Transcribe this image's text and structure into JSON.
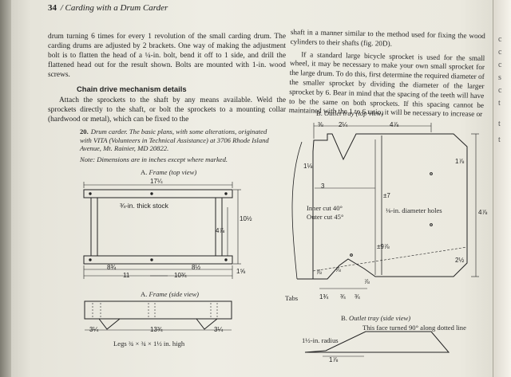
{
  "header": {
    "page_number": "34",
    "running_title": "/ Carding with a Drum Carder"
  },
  "col1": {
    "para1": "drum turning 6 times for every 1 revolution of the small carding drum. The carding drums are adjusted by 2 brackets. One way of making the adjustment bolt is to flatten the head of a ¼-in. bolt, bend it off to 1 side, and drill the flattened head out for the result shown. Bolts are mounted with 1-in. wood screws.",
    "heading": "Chain drive mechanism details",
    "para2": "Attach the sprockets to the shaft by any means available. Weld the sprockets directly to the shaft, or bolt the sprockets to a mounting collar (hardwood or metal), which can be fixed to the"
  },
  "col2": {
    "para1": "shaft in a manner similar to the method used for fixing the wood cylinders to their shafts (fig. 20D).",
    "para2": "If a standard large bicycle sprocket is used for the small wheel, it may be necessary to make your own small sprocket for the large drum. To do this, first determine the required diameter of the smaller sprocket by dividing the diameter of the larger sprocket by 6. Bear in mind that the spacing of the teeth will have to be the same on both sprockets. If this spacing cannot be maintained with the 1 to 6 ratio, it will be necessary to increase or"
  },
  "caption": {
    "number": "20.",
    "text": "Drum carder. The basic plans, with some alterations, originated with VITA (Volunteers in Technical Assistance) at 3706 Rhode Island Avenue, Mt. Rainier, MD 20822.",
    "note": "Note: Dimensions are in inches except where marked."
  },
  "frame_top": {
    "label": "A.",
    "title": "Frame (top view)",
    "dims": {
      "overall_width": "17¼",
      "stock": "¾-in. thick stock",
      "height": "10½",
      "inner_height": "4⅞",
      "left_a": "8¾",
      "left_b": "11",
      "right_a": "8½",
      "right_b": "10¾",
      "bottom_offset": "1⅝"
    }
  },
  "frame_side": {
    "label": "A.",
    "title": "Frame (side view)",
    "dims": {
      "left": "3¼",
      "middle": "13¾",
      "right": "3¼"
    },
    "legs": "Legs ¾ × ¾ × 1½ in. high"
  },
  "outlet_top": {
    "label": "B.",
    "title": "Outlet tray (top view)",
    "dims": {
      "a": "⅜",
      "b": "2¼",
      "c": "4⅞",
      "left_gap": "1⅛",
      "d": "3",
      "right_top": "1⅞",
      "right_mid": "4⅞",
      "right_bot": "2½",
      "middle": "±7",
      "lower": "±9⅞",
      "small_a": "⅞",
      "small_b": "⅞",
      "small_c": "⅞",
      "bot_a": "1¾",
      "bot_b": "¾",
      "bot_c": "¾"
    },
    "inner_cut": "Inner cut 40°",
    "outer_cut": "Outer cut 45°",
    "holes": "⅛-in. diameter holes",
    "tabs": "Tabs"
  },
  "outlet_side": {
    "label": "B.",
    "title": "Outlet tray (side view)",
    "face_note": "This face turned 90° along dotted line",
    "radius": "1½-in. radius",
    "height": "1⅞"
  },
  "edge_letters": [
    "c",
    "c",
    "c",
    "s",
    "c",
    "t",
    "t",
    "t"
  ]
}
